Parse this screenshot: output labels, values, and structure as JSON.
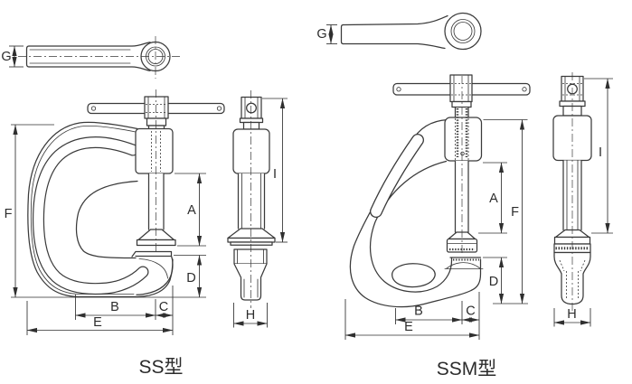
{
  "colors": {
    "line": "#3a3a3a",
    "dim": "#2f2f2f",
    "text": "#2c2c2c",
    "bg": "#ffffff"
  },
  "clamps": [
    {
      "id": "ss",
      "title": "SS型",
      "dims": {
        "A": "A",
        "B": "B",
        "C": "C",
        "D": "D",
        "E": "E",
        "F": "F",
        "G": "G",
        "H": "H",
        "I": "I"
      }
    },
    {
      "id": "ssm",
      "title": "SSM型",
      "dims": {
        "A": "A",
        "B": "B",
        "C": "C",
        "D": "D",
        "E": "E",
        "F": "F",
        "G": "G",
        "H": "H",
        "I": "I"
      }
    }
  ]
}
